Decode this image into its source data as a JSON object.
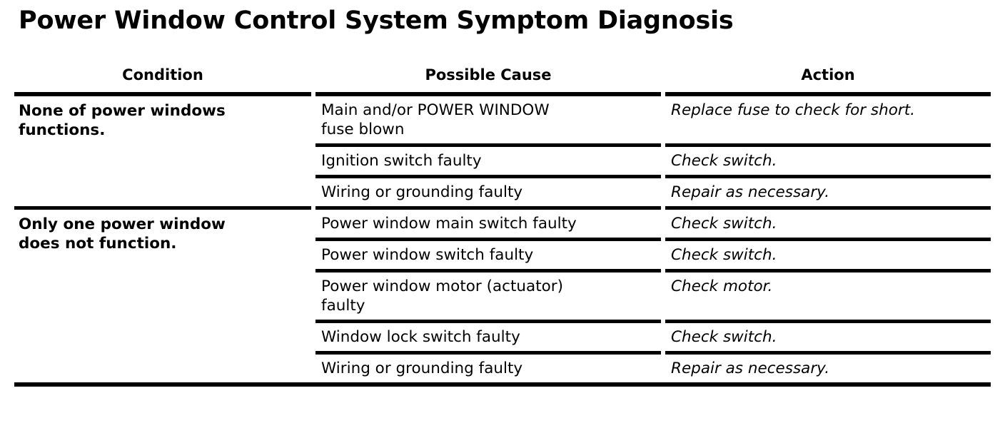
{
  "document": {
    "title": "Power Window Control System Symptom Diagnosis"
  },
  "table": {
    "headers": {
      "condition": "Condition",
      "possible_cause": "Possible Cause",
      "action": "Action"
    },
    "sections": [
      {
        "condition": "None of power windows functions.",
        "condition_line1": "None of power windows",
        "condition_line2": "functions.",
        "rows": [
          {
            "cause": "Main and/or POWER WINDOW fuse blown",
            "cause_line1": "Main and/or POWER WINDOW",
            "cause_line2": "fuse blown",
            "action": "Replace fuse to check for short."
          },
          {
            "cause": "Ignition switch faulty",
            "action": "Check switch."
          },
          {
            "cause": "Wiring or grounding faulty",
            "action": "Repair as necessary."
          }
        ]
      },
      {
        "condition": "Only one power window does not function.",
        "condition_line1": "Only one power window",
        "condition_line2": "does not function.",
        "rows": [
          {
            "cause": "Power window main switch faulty",
            "action": "Check switch."
          },
          {
            "cause": "Power window switch faulty",
            "action": "Check switch."
          },
          {
            "cause": "Power window motor (actuator) faulty",
            "cause_line1": "Power window motor (actuator)",
            "cause_line2": "faulty",
            "action": "Check motor."
          },
          {
            "cause": "Window lock switch faulty",
            "action": "Check switch."
          },
          {
            "cause": "Wiring or grounding faulty",
            "action": "Repair as necessary."
          }
        ]
      }
    ]
  },
  "style": {
    "text_color": "#000000",
    "background_color": "#ffffff",
    "rule_color": "#000000"
  }
}
